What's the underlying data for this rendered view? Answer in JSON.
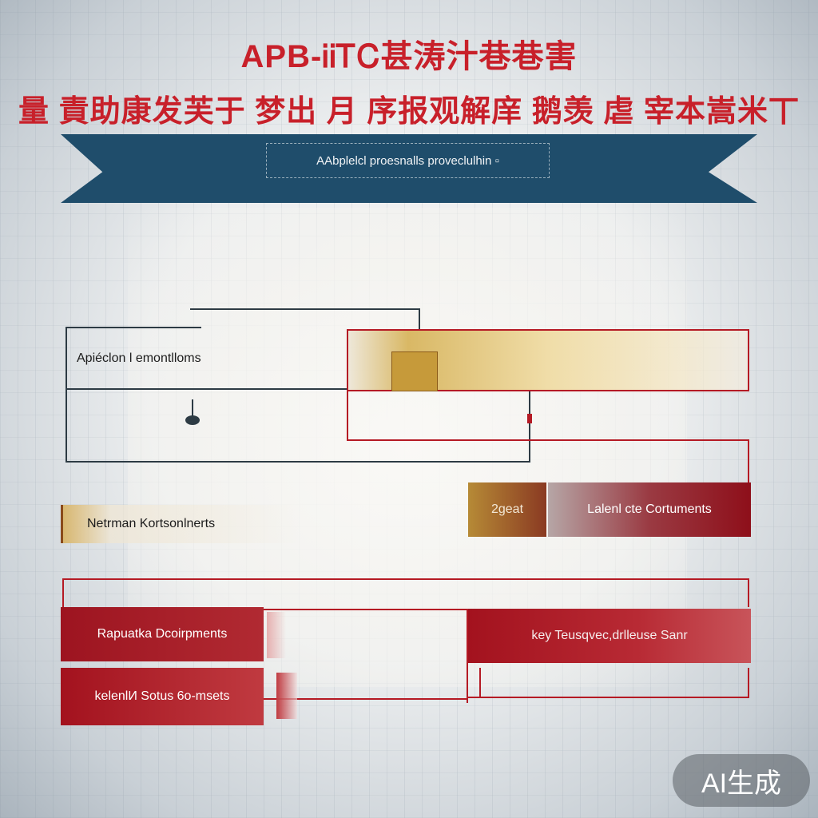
{
  "header": {
    "title_line1": "APB-ᎥᎥᎢᏟ甚涛汁巷巷害",
    "title_line2": "量 責助康发芙于 梦出 月 序报观解庠 鹅羡 虐 宰本嵩米丅",
    "subtitle": "AAbplelcl proesnalls proveclulhin ▫"
  },
  "diagram": {
    "node_application": "Apiéclon  l emontlloms",
    "node_gold_top": "",
    "node_native": "Netrman  Kortsonlnerts",
    "node_small": "2geat",
    "node_latent": "Lalenl cte  Cortuments",
    "node_reputation": "Rapuatka  Dcoirpments",
    "node_key": "key  Teusqvec,drlleuse  Sanr",
    "node_kernel": "kelenlИ  Sotus  6o-msets"
  },
  "watermark": {
    "label": "AI生成"
  },
  "colors": {
    "title_red": "#c8202a",
    "ribbon_blue": "#1f4d6b",
    "box_red": "#a3121e",
    "box_gold": "#c8a24a",
    "line_dark": "#2d3b44",
    "line_red": "#b51a24"
  }
}
